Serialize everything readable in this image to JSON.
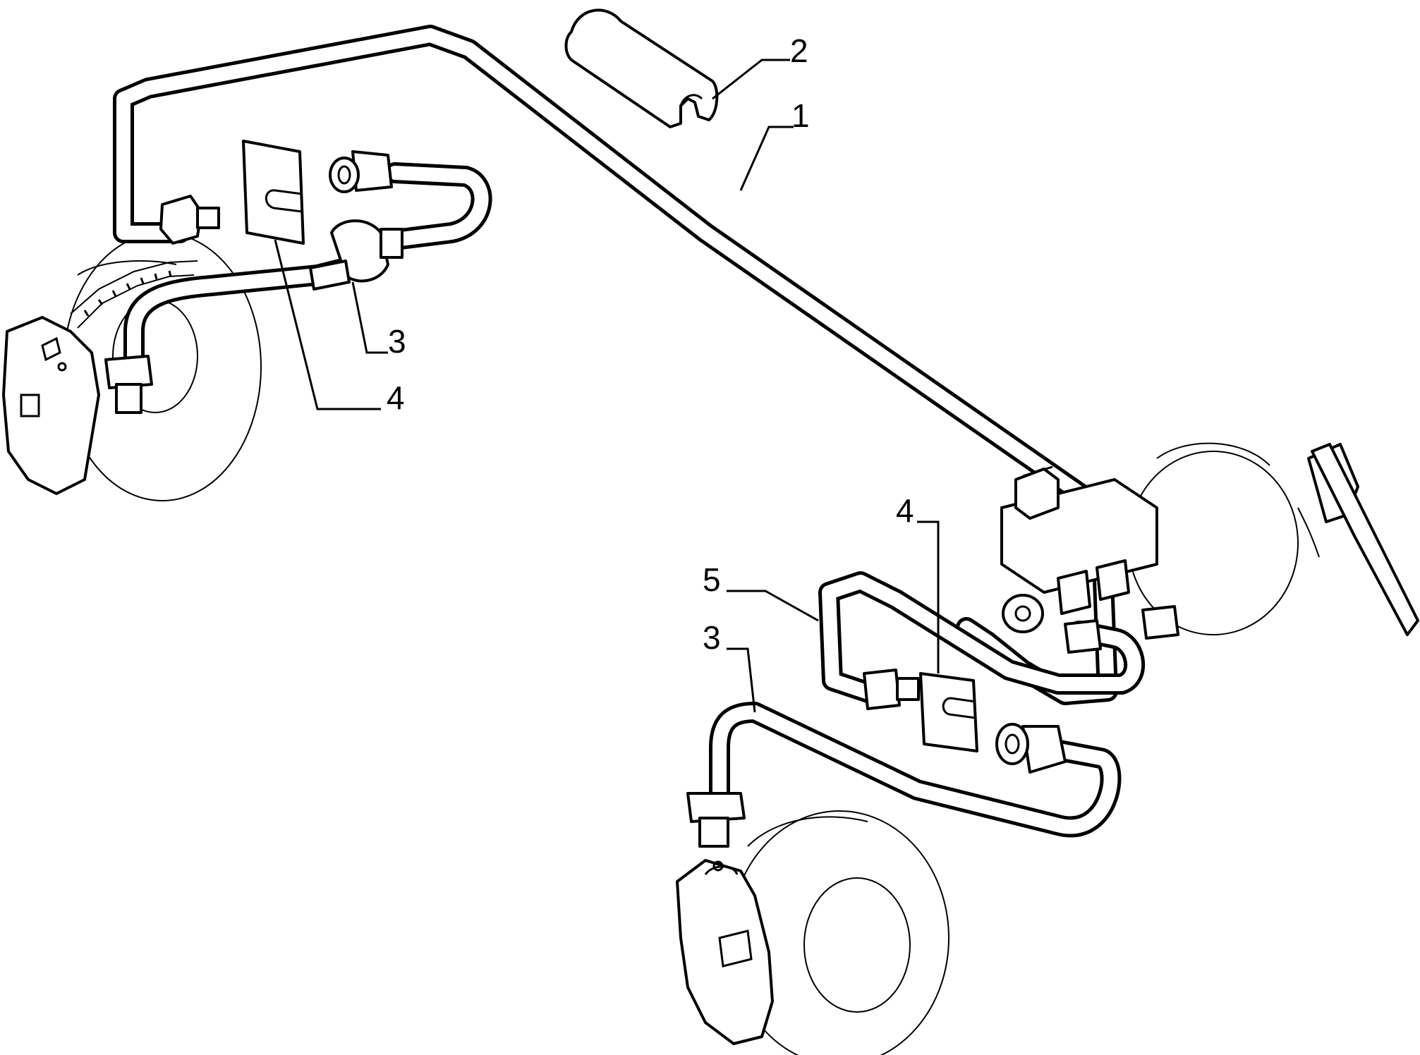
{
  "callouts": {
    "item_1": "1",
    "item_2": "2",
    "item_3_left": "3",
    "item_4_left": "4",
    "item_4_right": "4",
    "item_5": "5",
    "item_3_right": "3"
  },
  "colors": {
    "line": "#000000",
    "background": "#ffffff"
  }
}
